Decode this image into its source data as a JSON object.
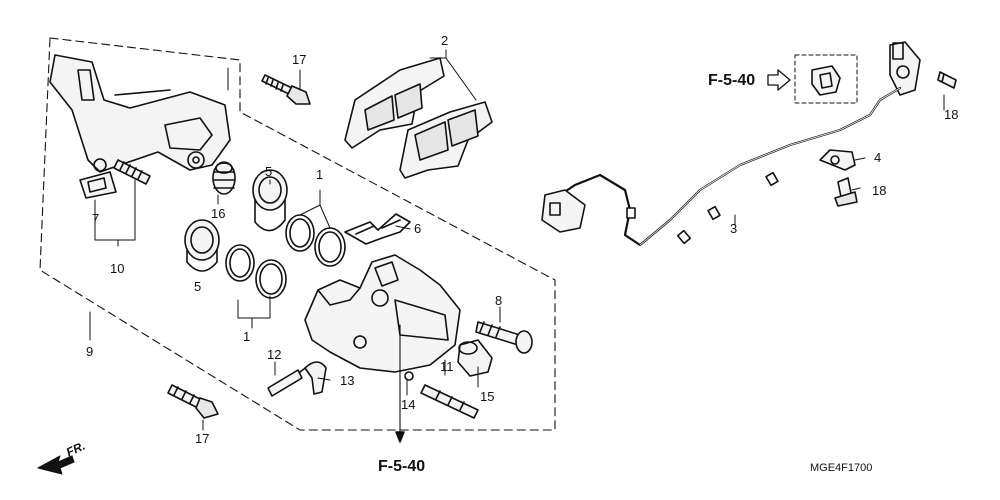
{
  "labels": {
    "p1a": "1",
    "p1b": "1",
    "p2": "2",
    "p3": "3",
    "p4": "4",
    "p5a": "5",
    "p5b": "5",
    "p6": "6",
    "p7": "7",
    "p8": "8",
    "p9": "9",
    "p10": "10",
    "p11": "11",
    "p12": "12",
    "p13": "13",
    "p14": "14",
    "p15": "15",
    "p16": "16",
    "p17a": "17",
    "p17b": "17",
    "p18a": "18",
    "p18b": "18"
  },
  "references": {
    "top_right": "F-5-40",
    "bottom": "F-5-40"
  },
  "direction": "FR.",
  "diagram_code": "MGE4F1700"
}
